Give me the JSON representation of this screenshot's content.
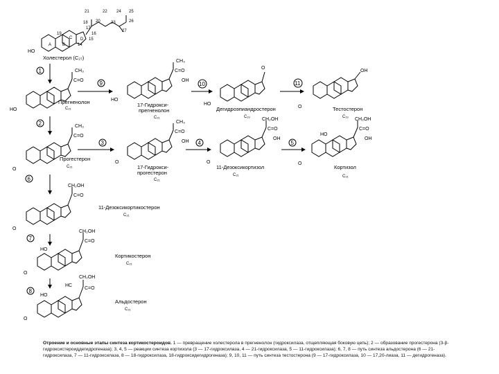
{
  "compounds": {
    "cholesterol": {
      "name": "Холестерол (C₂₇)"
    },
    "pregnenolone": {
      "name": "Прегненолон",
      "carbon": "C₂₁"
    },
    "hydroxypregnenolone": {
      "name": "17-Гидрокси-",
      "name2": "прегненолон",
      "carbon": "C₂₁"
    },
    "dhea": {
      "name": "Дегидроэпиандростерон",
      "carbon": "C₁₉"
    },
    "testosterone": {
      "name": "Тестостерон",
      "carbon": "C₁₉"
    },
    "progesterone": {
      "name": "Прогестерон",
      "carbon": "C₂₁"
    },
    "hydroxyprogesterone": {
      "name": "17-Гидрокси-",
      "name2": "прогестерон",
      "carbon": "C₂₁"
    },
    "deoxycortisol": {
      "name": "11-Дезоксикортизол",
      "carbon": "C₂₁"
    },
    "cortisol": {
      "name": "Кортизол",
      "carbon": "C₂₁"
    },
    "deoxycorticosterone": {
      "name": "11-Дезоксикортикостерон",
      "carbon": "C₂₁"
    },
    "corticosterone": {
      "name": "Кортикостерон",
      "carbon": "C₂₁"
    },
    "aldosterone": {
      "name": "Альдостерон",
      "carbon": "C₂₁"
    }
  },
  "atoms": {
    "ho": "HO",
    "o": "O",
    "oh": "OH",
    "ch3": "CH₃",
    "co": "C=O",
    "ch2oh": "CH₂OH",
    "hc": "HC"
  },
  "steps": [
    "1",
    "2",
    "3",
    "4",
    "5",
    "6",
    "7",
    "8",
    "9",
    "10",
    "11"
  ],
  "ring_letters": [
    "A",
    "B",
    "C",
    "D"
  ],
  "carbon_numbers": [
    "21",
    "22",
    "24",
    "25",
    "18",
    "20",
    "23",
    "26",
    "27",
    "19",
    "17",
    "16",
    "15",
    "14"
  ],
  "caption": {
    "bold": "Отроение и основные этапы синтеза кортикостероидов.",
    "text": "1 — превращение холестерола в прегненолон (гидроксилаза, отщепляющая боковую цепь); 2 — образование прогестерона (3-β-гидроксистероиддегидрогеназа); 3, 4, 5 — реакции синтеза кортизола (3 — 17-гидроксилаза, 4 — 21-гидроксилаза, 5 — 11-гидроксилаза); 6, 7, 8 — путь синтеза альдостерона (6 — 21-гидроксилаза, 7 — 11-гидроксилаза, 8 — 18-гидроксилаза, 18-гидроксидегидрогеназа); 9, 10, 11 — путь синтеза тестостерона (9 — 17-гидроксилаза, 10 — 17,20-лиаза, 11 — дегидрогеназа)."
  }
}
